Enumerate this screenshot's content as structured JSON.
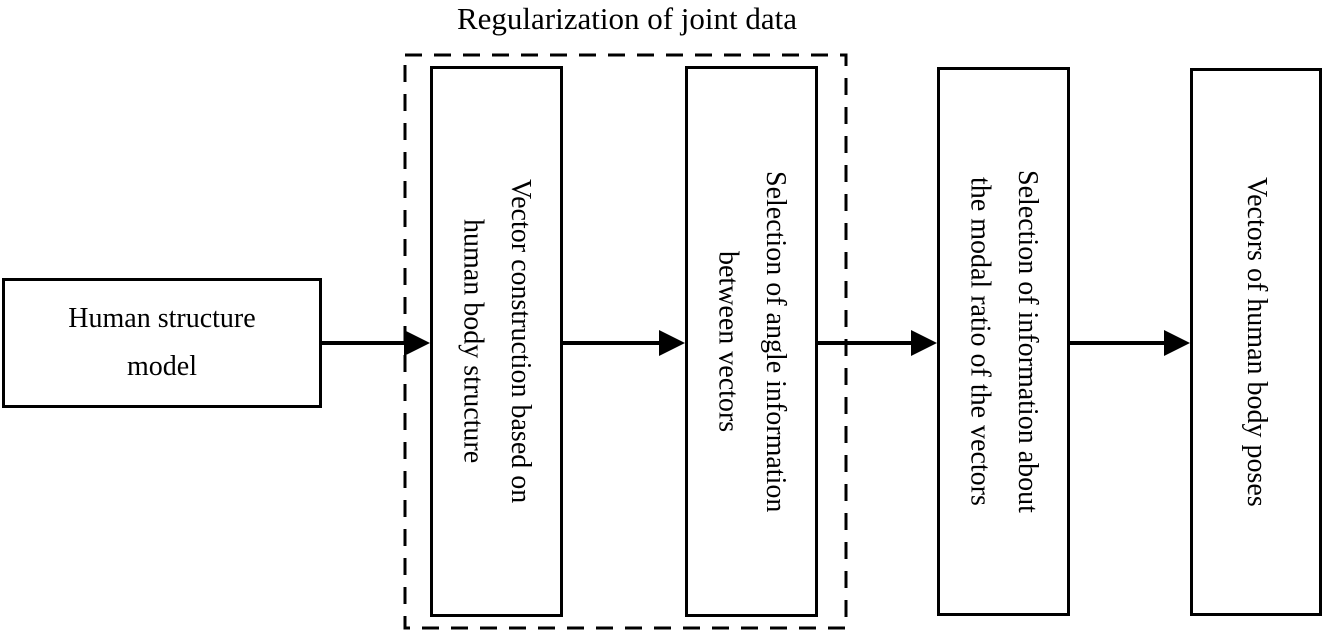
{
  "diagram": {
    "title": "Regularization of joint data",
    "colors": {
      "line": "#000000",
      "background": "#ffffff"
    },
    "nodes": {
      "human_structure_model": {
        "lines": [
          "Human structure",
          "model"
        ]
      },
      "vector_construction": {
        "lines": [
          "Vector construction based on",
          "human body structure"
        ]
      },
      "angle_selection": {
        "lines": [
          "Selection of angle information",
          "between vectors"
        ]
      },
      "modal_ratio_selection": {
        "lines": [
          "Selection of information about",
          "the modal ratio of the vectors"
        ]
      },
      "pose_vectors": {
        "lines": [
          "Vectors of human body poses"
        ]
      }
    }
  }
}
